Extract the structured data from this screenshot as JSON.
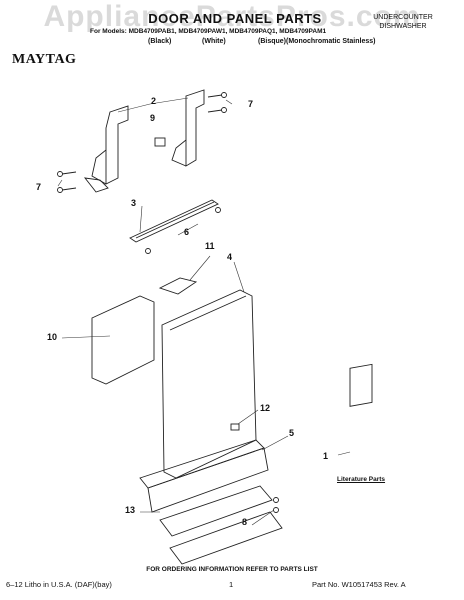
{
  "watermark": "AppliancePartsPros.com",
  "header": {
    "title": "DOOR AND PANEL PARTS",
    "product_line1": "UNDERCOUNTER",
    "product_line2": "DISHWASHER",
    "models": "For Models: MDB4709PAB1, MDB4709PAW1, MDB4709PAQ1, MDB4709PAM1",
    "colors": [
      "(Black)",
      "(White)",
      "(Bisque)(Monochromatic Stainless)"
    ]
  },
  "brand": "MAYTAG",
  "callouts": [
    "1",
    "2",
    "3",
    "4",
    "5",
    "6",
    "7",
    "7",
    "8",
    "9",
    "10",
    "11",
    "12",
    "13"
  ],
  "literature_label": "Literature Parts",
  "ordering_note": "FOR ORDERING INFORMATION REFER TO PARTS LIST",
  "footer": {
    "left": "6–12 Litho in U.S.A. (DAF)(bay)",
    "page": "1",
    "right": "Part No. W10517453 Rev. A"
  }
}
